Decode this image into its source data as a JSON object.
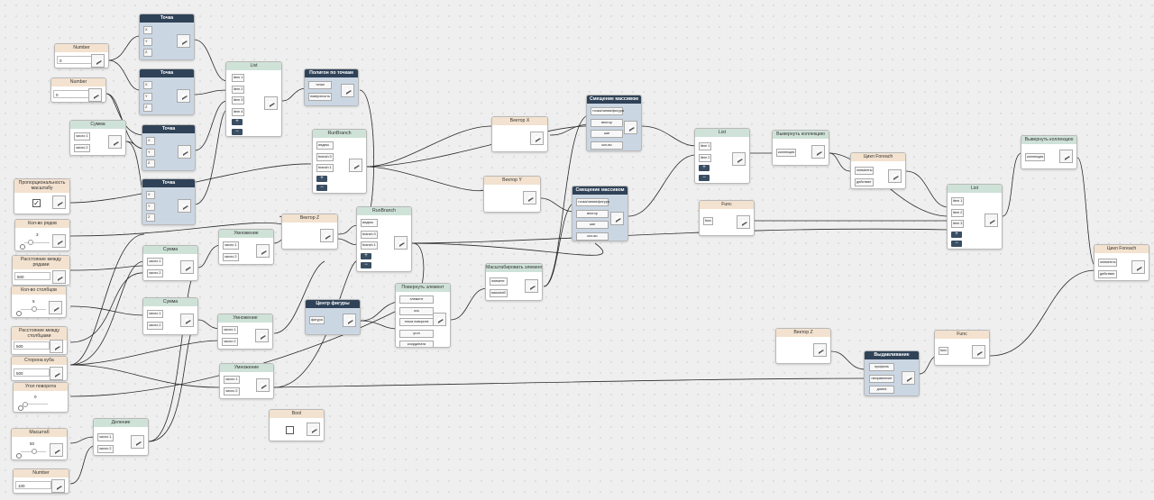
{
  "labels": {
    "number": "Number",
    "tochka": "Точка",
    "summa": "Сумма",
    "umnozhenie": "Умножение",
    "delenie": "Деление",
    "list": "List",
    "run_branch": "RunBranch",
    "poligon": "Полигон по точкам",
    "vektor_x": "Вектор X",
    "vektor_y": "Вектор Y",
    "vektor_z": "Вектор Z",
    "smeshchenie": "Смещение массивом",
    "func": "Func",
    "vyvernut": "Вывернуть коллекцию",
    "cikl": "Цикл Foreach",
    "povernut": "Повернуть элемент",
    "masshtab_el": "Масштабировать элемент",
    "centr": "Центр фигуры",
    "bool": "Bool",
    "vydavlivanie": "Выдавливание",
    "proporc": "Пропорциональность масштабу",
    "kol_ryadov": "Кол-во рядов",
    "rasst_ryadami": "Расстояние между рядами",
    "kol_stolbcov": "Кол-во столбцов",
    "rasst_stolbcami": "Расстояние между столбцами",
    "storona": "Сторона куба",
    "ugol": "Угол поворота",
    "masshtab": "Масштаб"
  },
  "ports": {
    "x": "X",
    "y": "Y",
    "z": "Z",
    "chislo1": "число 1",
    "chislo2": "число 2",
    "item1": "item 1",
    "item2": "item 2",
    "item3": "item 3",
    "item4": "item 4",
    "indeks": "индекс",
    "branch0": "branch 0",
    "branch1": "branch 1",
    "tochki": "точки",
    "poverhnost": "поверхность",
    "tochka_liniya": "точка/линия/фигура",
    "vektor": "вектор",
    "shag": "шаг",
    "kol_vo": "кол-во",
    "kollekciya": "коллекция",
    "elementy": "элементы",
    "deystvie": "действие",
    "func_port": "func",
    "element": "элемент",
    "os": "ось",
    "tochka_povorota": "точка поворота",
    "ugol": "угол",
    "koordinata": "координата",
    "masshtab": "масштаб",
    "figura": "фигура",
    "profil": "профиль",
    "napravlenie": "направление",
    "dlina": "длина"
  },
  "values": {
    "number_1": "0",
    "number_2": "0",
    "number_3": "100",
    "proporc_checked": "✓",
    "kol_ryadov": "3",
    "rasst_ryadami": "500",
    "kol_stolbcov": "5",
    "rasst_stolbcami": "500",
    "storona": "500",
    "ugol": "0",
    "masshtab": "50"
  },
  "symbols": {
    "plus": "+",
    "minus": "−"
  },
  "colors": {
    "header_tan": "#f3e2cf",
    "header_green": "#cfe2d8",
    "header_navy": "#2f4257",
    "body_blue": "#cbd6e3"
  }
}
